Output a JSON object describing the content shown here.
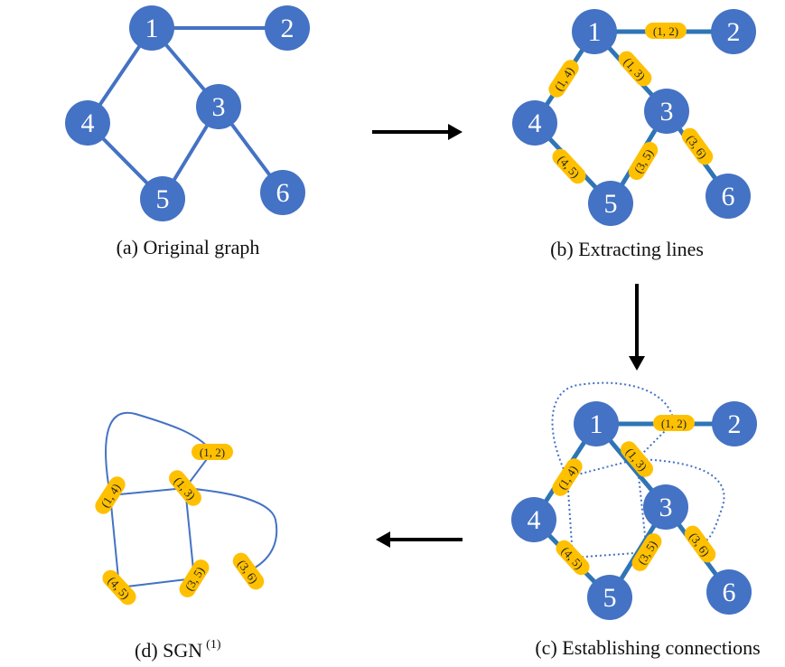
{
  "colors": {
    "node_fill": "#4472C4",
    "thin_edge": "#4472C4",
    "thick_edge": "#2E75B6",
    "pill_fill": "#FFC000",
    "arrow": "#000000",
    "dotted": "#4472C4"
  },
  "nodes": [
    "1",
    "2",
    "3",
    "4",
    "5",
    "6"
  ],
  "edges": [
    "(1, 2)",
    "(1, 3)",
    "(1, 4)",
    "(3, 5)",
    "(3, 6)",
    "(4, 5)"
  ],
  "panels": {
    "a": {
      "caption": "(a)  Original graph"
    },
    "b": {
      "caption": "(b) Extracting lines"
    },
    "c": {
      "caption": "(c)  Establishing connections"
    },
    "d": {
      "caption_main": "(d)  SGN",
      "caption_sup": "(1)"
    }
  }
}
